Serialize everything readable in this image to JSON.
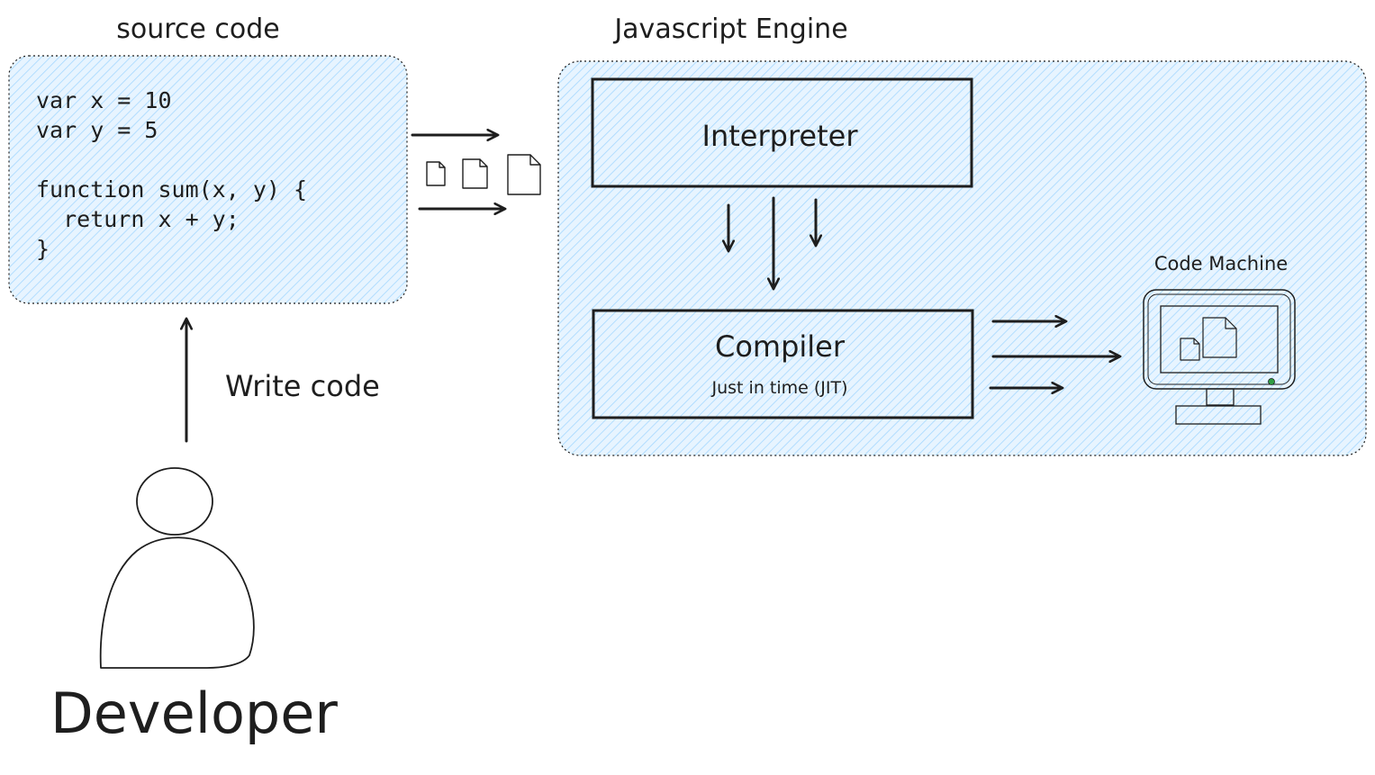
{
  "source_panel": {
    "title": "source code",
    "code_lines": [
      "var x = 10",
      "var y = 5",
      "",
      "function sum(x, y) {",
      "  return x + y;",
      "}"
    ]
  },
  "engine_panel": {
    "title": "Javascript Engine",
    "interpreter_label": "Interpreter",
    "compiler_label": "Compiler",
    "compiler_sublabel": "Just in time (JIT)",
    "machine_label": "Code Machine"
  },
  "developer": {
    "label": "Developer",
    "action_label": "Write code"
  },
  "colors": {
    "panel_fill": "#a5d8ff",
    "stroke": "#1e1e1e",
    "monitor_led": "#2f9e44"
  }
}
